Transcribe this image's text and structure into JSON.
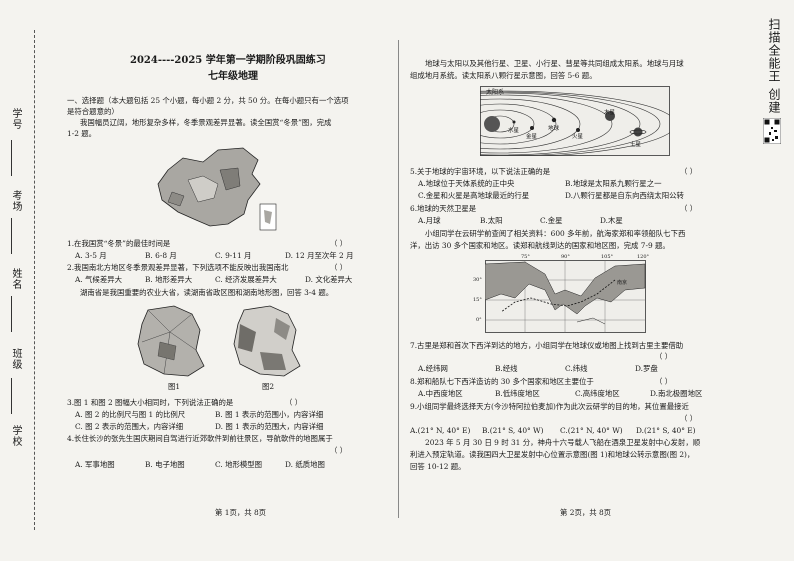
{
  "binding": {
    "student_id_label": "学号",
    "exam_room_label": "考场",
    "name_label": "姓名",
    "class_label": "班级",
    "school_label": "学校"
  },
  "scanner_watermark": "扫描全能王 创建",
  "page1": {
    "title": "2024----2025 学年第一学期阶段巩固练习",
    "subtitle": "七年级地理",
    "section_header": "一、选择题（本大题包括 25 个小题，每小题 2 分，共 50 分。在每小题只有一个选项",
    "section_header2": "是符合题意的）",
    "intro1": "我国幅员辽阔，地形复杂多样，冬季景观差异显著。读全国赏“冬景”图，完成",
    "intro2": "1-2 题。",
    "q1": "1.在我国赏“冬景”的最佳时间是",
    "q1_paren": "（          ）",
    "q1_opts": [
      "A. 3-5 月",
      "B. 6-8 月",
      "C. 9-11 月",
      "D. 12 月至次年 2 月"
    ],
    "q2": "2.我国南北方地区冬季景观差异显著，下列选项不能反映出我国南北",
    "q2_paren": "（          ）",
    "q2_opts": [
      "A. 气候差异大",
      "B. 地形差异大",
      "C. 经济发展差异大",
      "D. 文化差异大"
    ],
    "intro3": "湖南省是我国重要的农业大省，读湖南省政区图和湖南地形图，回答 3-4 题。",
    "fig1_label": "图1",
    "fig2_label": "图2",
    "q3": "3.图 1 和图 2 图幅大小相同时，下列说法正确的是",
    "q3_paren": "（          ）",
    "q3_opts": [
      "A. 图 2 的比例尺与图 1 的比例尺",
      "B. 图 1 表示的范围小，内容详细",
      "C. 图 2 表示的范围大，内容详细",
      "D. 图 1 表示的范围大，内容详细"
    ],
    "q4a": "4.长住长沙的张先生国庆期间自驾进行近郊軟件到前往景区，导航軟件的地图属于",
    "q4_paren": "（          ）",
    "q4_opts": [
      "A. 军事地图",
      "B. 电子地图",
      "C. 地形模型图",
      "D. 纸质地图"
    ],
    "footer": "第 1页，共 8页"
  },
  "page2": {
    "intro1": "地球与太阳以及其他行星、卫星、小行星、彗星等共同组成太阳系。地球与月球",
    "intro2": "组成地月系统。读太阳系八颗行星示意图，回答 5-6 题。",
    "solar_label": "太阳系",
    "planet_labels": [
      "水星",
      "金星",
      "地球",
      "火星",
      "木星",
      "土星"
    ],
    "q5": "5.关于地球的宇宙环境，以下说法正确的是",
    "q5_paren": "（          ）",
    "q5_opts": [
      "A.地球位于天体系统的正中央",
      "B.地球是太阳系九颗行星之一",
      "C.金星和火星是高地球最近的行星",
      "D.八颗行星都是自东向西绕太阳公转"
    ],
    "q6": "6.地球的天然卫星是",
    "q6_paren": "（          ）",
    "q6_opts": [
      "A.月球",
      "B.太阳",
      "C.金星",
      "D.木星"
    ],
    "intro3a": "小组同学在云研学前查阅了相关资料：600 多年前，航海家郑和率领船队七下西",
    "intro3b": "洋，出访 30 多个国家和地区。读郑和航线到达的国家和地区图，完成 7-9 题。",
    "map_labels": [
      "75°",
      "90°",
      "105°",
      "120°",
      "30°",
      "15°",
      "0°",
      "南京"
    ],
    "q7": "7.古里是郑和首次下西洋到达的地方，小组同学在地球仪或地图上找到古里主要借助",
    "q7_paren": "（          ）",
    "q7_opts": [
      "A.经纬网",
      "B.经线",
      "C.纬线",
      "D.罗盘"
    ],
    "q8": "8.郑和船队七下西洋造访的 30 多个国家和地区主要位于",
    "q8_paren": "（          ）",
    "q8_opts": [
      "A.中西度地区",
      "B.低纬度地区",
      "C.高纬度地区",
      "D.南北极圈地区"
    ],
    "q9": "9.小组同学最终选择天方(今沙特阿拉伯麦加)作为此次云研学的目的地，其位置最接近",
    "q9_paren": "（          ）",
    "q9_opts": [
      "A.(21° N, 40° E)",
      "B.(21° S, 40° W)",
      "C.(21° N, 40° W)",
      "D.(21° S, 40° E)"
    ],
    "intro4a": "2023 年 5 月 30 日 9 时 31 分，神舟十六号载人飞船在酒泉卫星发射中心发射，顺",
    "intro4b": "利进入预定轨道。读我国四大卫星发射中心位置示意图(图 1)和地球公转示意图(图 2)，",
    "intro4c": "回答 10-12 题。",
    "footer": "第 2页，共 8页"
  },
  "colors": {
    "ink": "#1a1a1a",
    "paper": "#f4f3ef",
    "map_fill": "#9a9893"
  }
}
